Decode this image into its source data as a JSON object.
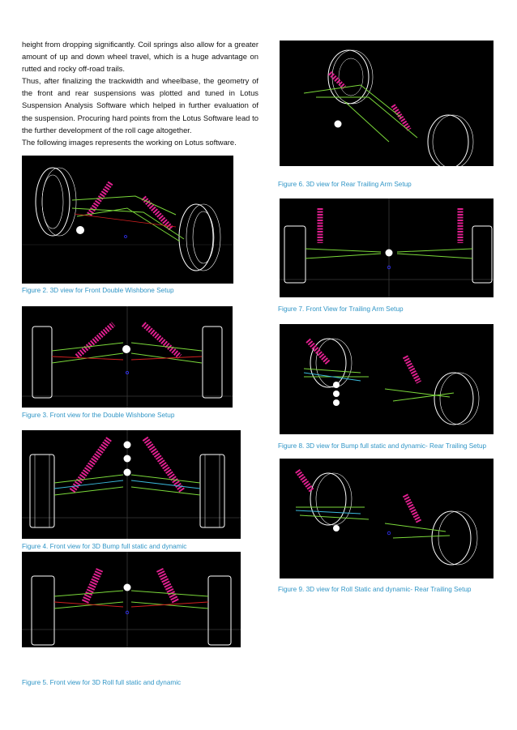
{
  "body_text": {
    "p1": "height from dropping significantly. Coil springs also allow for a greater amount of up and down wheel travel, which is a huge advantage on rutted and rocky off-road trails.",
    "p2": "Thus, after finalizing the trackwidth and wheelbase, the geometry of the front and rear suspensions was plotted and tuned in Lotus Suspension Analysis Software which helped in further evaluation of the suspension. Procuring hard points from the Lotus Software lead to the further development of the roll cage altogether.",
    "p3": "The following images represents the working on Lotus software."
  },
  "figures": [
    {
      "id": "fig2",
      "caption": "Figure 2. 3D view for Front Double Wishbone Setup"
    },
    {
      "id": "fig3",
      "caption": "Figure 3. Front view for the Double Wishbone Setup"
    },
    {
      "id": "fig4",
      "caption": "Figure 4. Front view for 3D Bump full static and dynamic"
    },
    {
      "id": "fig5",
      "caption": "Figure 5. Front view for 3D Roll full static and dynamic"
    },
    {
      "id": "fig6",
      "caption": "Figure 6. 3D view for Rear Trailing Arm Setup"
    },
    {
      "id": "fig7",
      "caption": "Figure 7. Front View for Trailing Arm Setup"
    },
    {
      "id": "fig8",
      "caption": "Figure 8. 3D view for Bump full static and dynamic- Rear Trailing Setup"
    },
    {
      "id": "fig9",
      "caption": "Figure 9. 3D view for Roll Static and dynamic- Rear Trailing Setup"
    }
  ],
  "colors": {
    "caption": "#2f95c6",
    "figure_background": "#000000",
    "wheel_wireframe": "#ffffff",
    "spring": "#e0208f",
    "arm": "#7bd93a",
    "red_link": "#d42020",
    "axis": "#3a3a3a"
  }
}
